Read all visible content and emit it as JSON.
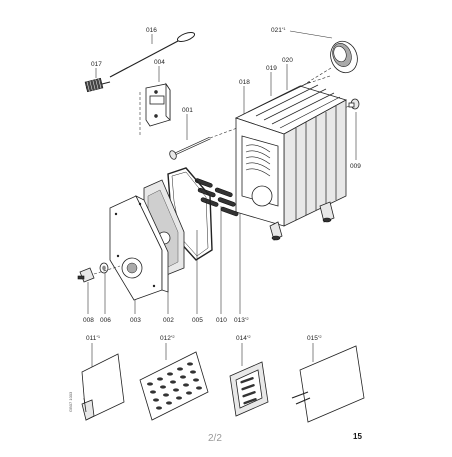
{
  "callouts": {
    "c016": {
      "id": "016",
      "sup": ""
    },
    "c017": {
      "id": "017",
      "sup": ""
    },
    "c004": {
      "id": "004",
      "sup": ""
    },
    "c001": {
      "id": "001",
      "sup": ""
    },
    "c018": {
      "id": "018",
      "sup": ""
    },
    "c019": {
      "id": "019",
      "sup": ""
    },
    "c020": {
      "id": "020",
      "sup": ""
    },
    "c021": {
      "id": "021",
      "sup": "*1"
    },
    "c009": {
      "id": "009",
      "sup": ""
    },
    "c008": {
      "id": "008",
      "sup": ""
    },
    "c006": {
      "id": "006",
      "sup": ""
    },
    "c003": {
      "id": "003",
      "sup": ""
    },
    "c002": {
      "id": "002",
      "sup": ""
    },
    "c005": {
      "id": "005",
      "sup": ""
    },
    "c010": {
      "id": "010",
      "sup": ""
    },
    "c013": {
      "id": "013",
      "sup": "*2"
    },
    "c011": {
      "id": "011",
      "sup": "*1"
    },
    "c012": {
      "id": "012",
      "sup": "*2"
    },
    "c014": {
      "id": "014",
      "sup": "*2"
    },
    "c015": {
      "id": "015",
      "sup": "*2"
    }
  },
  "footer": {
    "sheet": "2/2",
    "page_number": "15",
    "side_code": "GB07 1003"
  }
}
